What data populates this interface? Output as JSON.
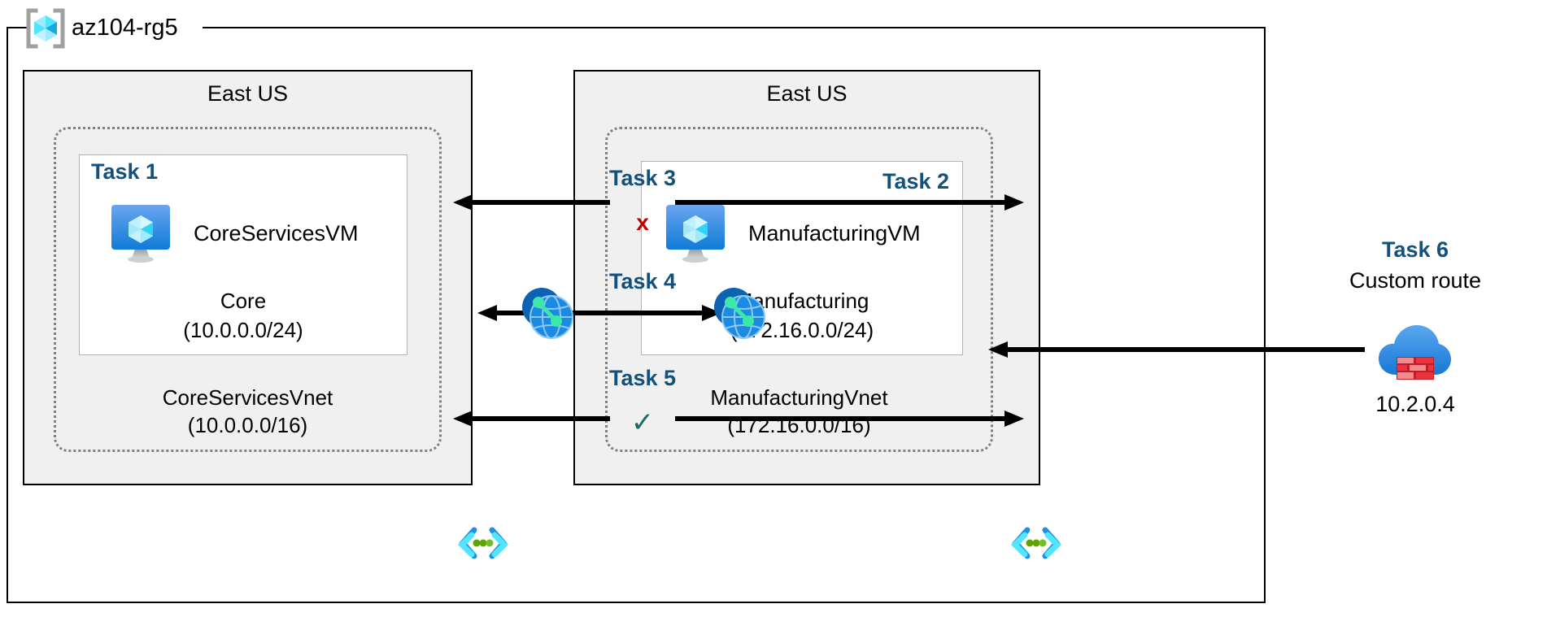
{
  "diagram": {
    "title": "az104-rg5",
    "resource_group": {
      "name": "az104-rg5",
      "icon": "resource-group-icon"
    },
    "regions": [
      {
        "id": "left",
        "label": "East US"
      },
      {
        "id": "right",
        "label": "East US"
      }
    ],
    "vnets": [
      {
        "id": "left",
        "name": "CoreServicesVnet",
        "address_space": "(10.0.0.0/16)",
        "subnet": {
          "task_tag": "Task 1",
          "vm_name": "CoreServicesVM",
          "vm_icon": "virtual-machine-icon",
          "subnet_name": "Core",
          "subnet_cidr": "(10.0.0.0/24)"
        },
        "subnet_icon": "subnet-code-icon"
      },
      {
        "id": "right",
        "name": "ManufacturingVnet",
        "address_space": "(172.16.0.0/16)",
        "subnet": {
          "task_tag": "Task 2",
          "vm_name": "ManufacturingVM",
          "vm_icon": "virtual-machine-icon",
          "subnet_name": "Manufacturing",
          "subnet_cidr": "(172.16.0.0/24)"
        },
        "subnet_icon": "subnet-code-icon"
      }
    ],
    "peering_icons": [
      {
        "id": "left",
        "name": "vnet-peering-icon"
      },
      {
        "id": "right",
        "name": "vnet-peering-icon"
      }
    ],
    "connections": [
      {
        "id": "task3",
        "label": "Task 3",
        "mark": "x",
        "mark_kind": "cross",
        "direction": "bidirectional-split"
      },
      {
        "id": "task4",
        "label": "Task 4",
        "mark": "",
        "mark_kind": "none",
        "direction": "bidirectional"
      },
      {
        "id": "task5",
        "label": "Task 5",
        "mark": "✓",
        "mark_kind": "checkmark",
        "direction": "bidirectional-split"
      }
    ],
    "custom_route": {
      "label": "Task 6",
      "description": "Custom route",
      "ip_address": "10.2.0.4",
      "icon": "firewall-cloud-icon"
    },
    "colors": {
      "task_label": "#12507e",
      "cross_mark": "#c00000",
      "check_mark": "#1f6b63",
      "region_fill": "#f0f0f0",
      "vnet_border": "#808080",
      "azure_blue": "#0078d4"
    }
  }
}
